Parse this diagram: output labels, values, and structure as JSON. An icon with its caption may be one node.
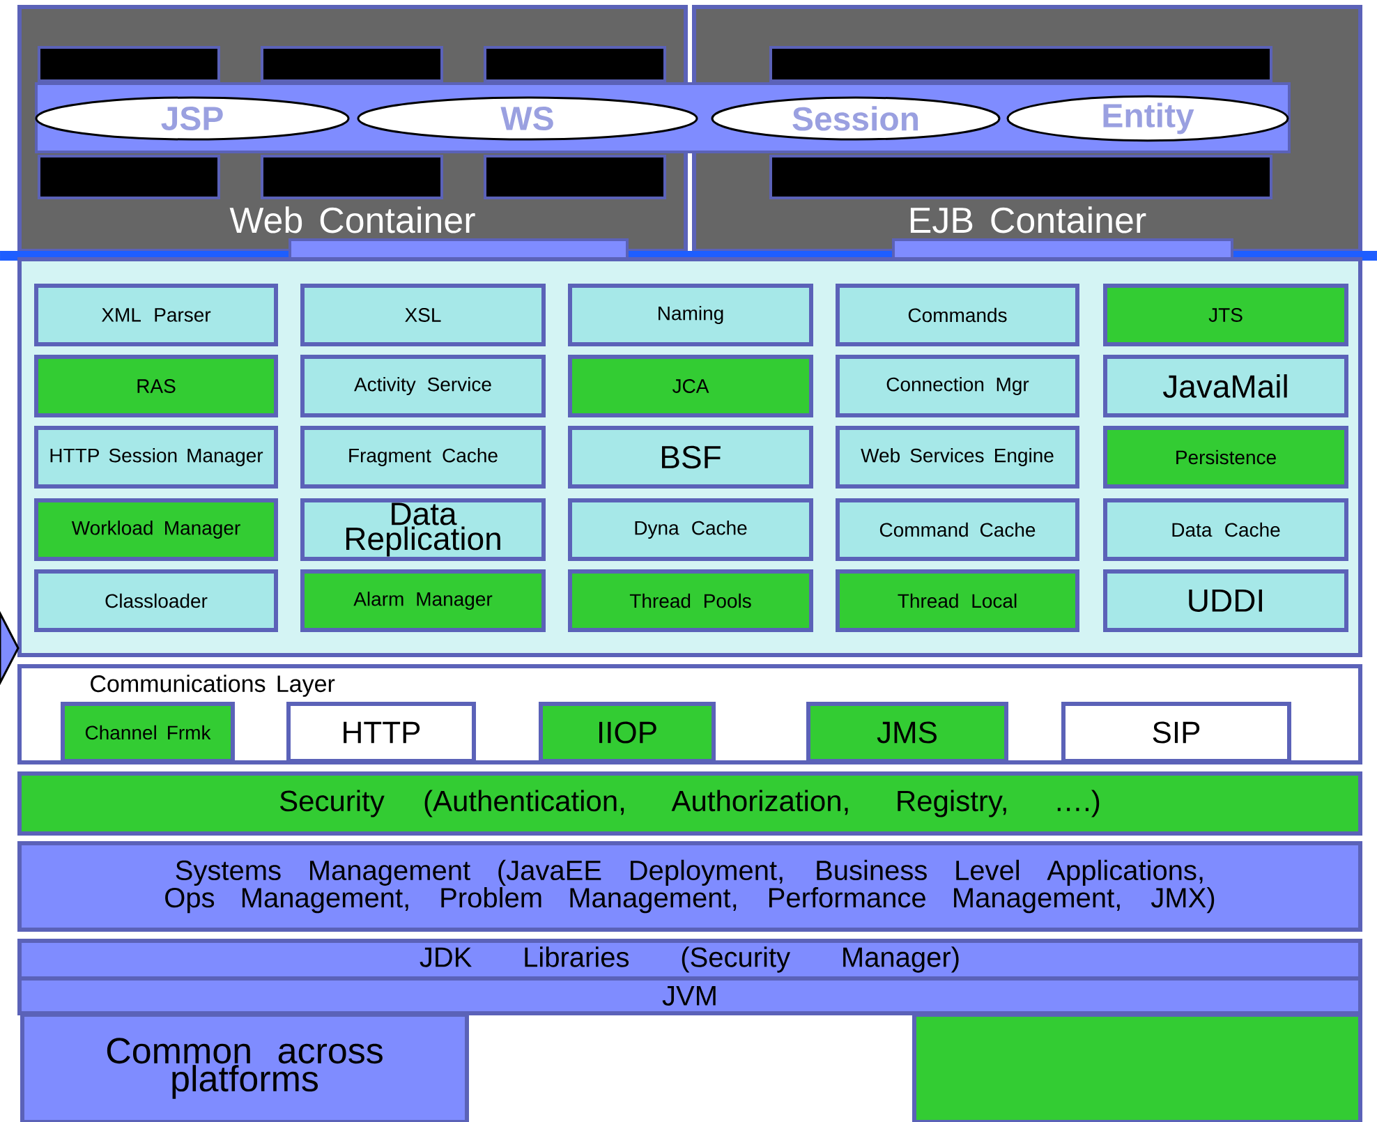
{
  "diagram": {
    "nodes": [
      {
        "text": [
          "Web Container"
        ]
      },
      {
        "text": [
          "EJB Container"
        ]
      },
      {
        "text": [
          "JSP"
        ],
        "in": 0
      },
      {
        "text": [
          "WS"
        ],
        "in": 0
      },
      {
        "text": [
          "Session"
        ],
        "in": 1
      },
      {
        "text": [
          "Entity"
        ],
        "in": 1
      },
      {
        "text": [],
        "shape": "box"
      },
      {
        "text": [
          "XML Parser"
        ],
        "in": 6
      },
      {
        "text": [
          "XSL"
        ],
        "in": 6
      },
      {
        "text": [
          "Naming"
        ],
        "in": 6
      },
      {
        "text": [
          "Commands"
        ],
        "in": 6
      },
      {
        "text": [
          "JTS"
        ],
        "in": 6
      },
      {
        "text": [
          "RAS"
        ],
        "in": 6
      },
      {
        "text": [
          "Activity Service"
        ],
        "in": 6
      },
      {
        "text": [
          "JCA"
        ],
        "in": 6
      },
      {
        "text": [
          "Connection Mgr"
        ],
        "in": 6
      },
      {
        "text": [
          "JavaMail"
        ],
        "in": 6
      },
      {
        "text": [
          "HTTP Session Manager"
        ],
        "in": 6
      },
      {
        "text": [
          "Fragment Cache"
        ],
        "in": 6
      },
      {
        "text": [
          "BSF"
        ],
        "in": 6
      },
      {
        "text": [
          "Web Services Engine"
        ],
        "in": 6
      },
      {
        "text": [
          "Persistence"
        ],
        "in": 6
      },
      {
        "text": [
          "Workload Manager"
        ],
        "in": 6
      },
      {
        "text": [
          "Data Replication"
        ],
        "in": 6
      },
      {
        "text": [
          "Dyna Cache"
        ],
        "in": 6
      },
      {
        "text": [
          "Command Cache"
        ],
        "in": 6
      },
      {
        "text": [
          "Data Cache"
        ],
        "in": 6
      },
      {
        "text": [
          "Classloader"
        ],
        "in": 6
      },
      {
        "text": [
          "Alarm Manager"
        ],
        "in": 6
      },
      {
        "text": [
          "Thread Pools"
        ],
        "in": 6
      },
      {
        "text": [
          "Thread Local"
        ],
        "in": 6
      },
      {
        "text": [
          "UDDI"
        ],
        "in": 6
      },
      {
        "text": [
          "Communications Layer"
        ]
      },
      {
        "text": [
          "Channel Frmk"
        ],
        "in": 32
      },
      {
        "text": [
          "HTTP"
        ],
        "in": 32
      },
      {
        "text": [
          "IIOP"
        ],
        "in": 32
      },
      {
        "text": [
          "JMS"
        ],
        "in": 32
      },
      {
        "text": [
          "SIP"
        ],
        "in": 32
      },
      {
        "text": [
          "Security (Authentication, Authorization, Registry, ….)"
        ]
      },
      {
        "text": [
          "Systems Management (JavaEE Deployment, Business Level Applications, Ops Management, Problem Management, Performance Management, JMX)"
        ]
      },
      {
        "text": [
          "JDK Libraries (Security Manager)"
        ]
      },
      {
        "text": [
          "JVM"
        ]
      },
      {
        "text": [
          "Common across platforms"
        ]
      },
      {
        "text": [],
        "shape": "box"
      }
    ],
    "edges": []
  }
}
